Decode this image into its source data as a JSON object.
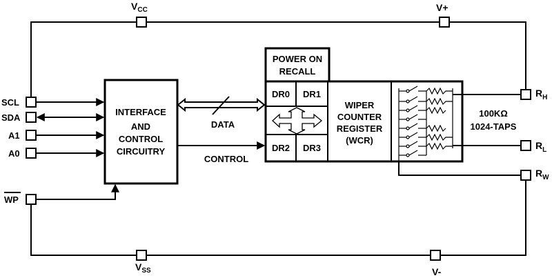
{
  "supply": {
    "vcc_main": "V",
    "vcc_sub": "CC",
    "vplus": "V+",
    "vss_main": "V",
    "vss_sub": "SS",
    "vminus": "V-"
  },
  "pins_left": {
    "scl": "SCL",
    "sda": "SDA",
    "a1": "A1",
    "a0": "A0",
    "wp": "WP"
  },
  "pins_right": {
    "rh_main": "R",
    "rh_sub": "H",
    "rl_main": "R",
    "rl_sub": "L",
    "rw_main": "R",
    "rw_sub": "W"
  },
  "interface_block": {
    "line1": "INTERFACE",
    "line2": "AND",
    "line3": "CONTROL",
    "line4": "CIRCUITRY"
  },
  "bus_labels": {
    "data": "DATA",
    "control": "CONTROL"
  },
  "power_on_recall": {
    "line1": "POWER ON",
    "line2": "RECALL"
  },
  "data_registers": {
    "dr0": "DR0",
    "dr1": "DR1",
    "dr2": "DR2",
    "dr3": "DR3"
  },
  "wcr": {
    "line1": "WIPER",
    "line2": "COUNTER",
    "line3": "REGISTER",
    "line4": "(WCR)"
  },
  "resistor_info": {
    "resistance": "100KΩ",
    "taps": "1024-TAPS"
  }
}
